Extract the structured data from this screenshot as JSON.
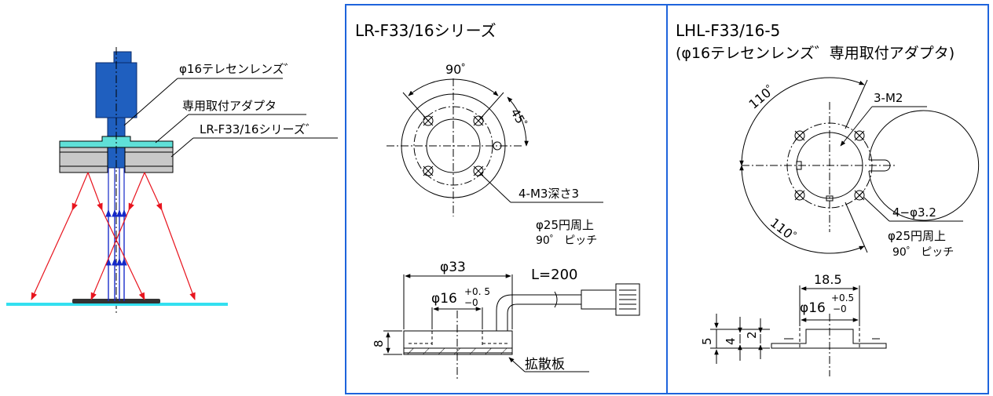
{
  "system_labels": {
    "lens": "φ16テレセンレンズ゛",
    "adapter": "専用取付アダプタ",
    "series": "LR-F33/16シリーズ゛"
  },
  "panel_left": {
    "title": "LR-F33/16シリーズ",
    "angle_90": "90゜",
    "angle_45": "45゜",
    "hole_label": "4-M3深さ3",
    "pcd_line1": "φ25円周上",
    "pcd_line2": "90゜ ピッチ",
    "dia_outer": "φ33",
    "dia_inner_base": "φ16",
    "tol_plus": "+0. 5",
    "tol_minus": "−0",
    "cable_length": "L=200",
    "height": "8",
    "diffuser": "拡散板"
  },
  "panel_right": {
    "title_line1": "LHL-F33/16-5",
    "title_line2": "(φ16テレセンレンズ゛専用取付アダプタ)",
    "angle_top": "110゜",
    "angle_bottom": "110゜",
    "screw_label": "3-M2",
    "hole_label": "4−φ3.2",
    "pcd_line1": "φ25円周上",
    "pcd_line2": "90゜ ピッチ",
    "width_dim": "18.5",
    "dia_inner_base": "φ16",
    "tol_plus": "+0.5",
    "tol_minus": "−0",
    "dim_5": "5",
    "dim_4": "4",
    "dim_2": "2"
  },
  "colors": {
    "frame": "#1e64dc",
    "ray_red": "#e8141e",
    "ray_blue": "#1428c8",
    "lens_blue": "#1f5fbf",
    "adapter_cyan": "#5fe0d8",
    "ground": "#33e0f0"
  }
}
